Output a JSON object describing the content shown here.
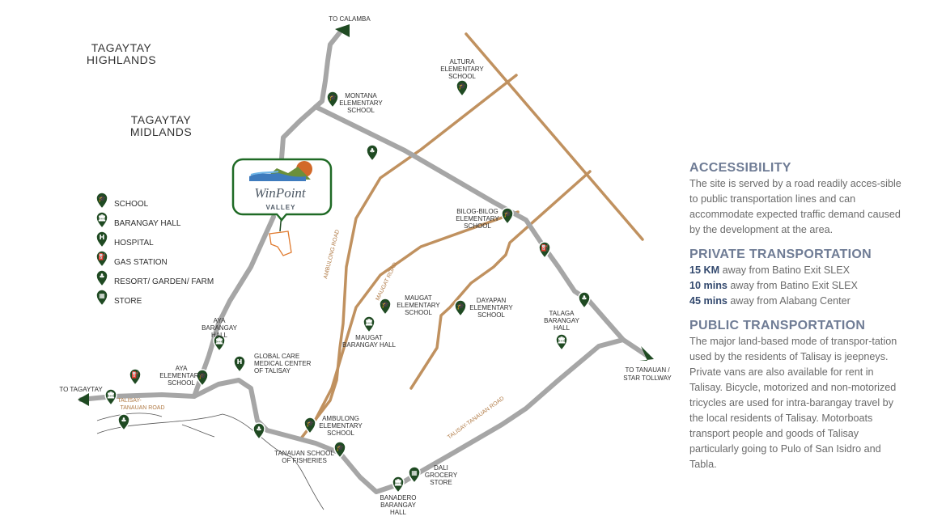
{
  "regions": {
    "highlands": [
      "TAGAYTAY",
      "HIGHLANDS"
    ],
    "midlands": [
      "TAGAYTAY",
      "MIDLANDS"
    ]
  },
  "destinations": {
    "calamba": "TO CALAMBA",
    "tagaytay": "TO TAGAYTAY",
    "tanauan": [
      "TO TANAUAN /",
      "STAR TOLLWAY"
    ]
  },
  "roads": {
    "ambulong": "AMBULONG ROAD",
    "maugat": "MAUGAT ROAD",
    "talisay_tanauan_left": [
      "TALISAY-",
      "TANAUAN ROAD"
    ],
    "talisay_tanauan_right": "TALISAY-TANAUAN ROAD"
  },
  "logo": {
    "name": "WinPoint",
    "sub": "VALLEY"
  },
  "legend": [
    {
      "icon": "school-icon",
      "glyph": "🎓",
      "label": "SCHOOL"
    },
    {
      "icon": "barangay-hall-icon",
      "glyph": "🏛",
      "label": "BARANGAY HALL"
    },
    {
      "icon": "hospital-icon",
      "glyph": "H",
      "label": "HOSPITAL"
    },
    {
      "icon": "gas-station-icon",
      "glyph": "⛽",
      "label": "GAS STATION"
    },
    {
      "icon": "resort-icon",
      "glyph": "♣",
      "label": "RESORT/ GARDEN/ FARM"
    },
    {
      "icon": "store-icon",
      "glyph": "▦",
      "label": "STORE"
    }
  ],
  "places": [
    {
      "name": "montana-elementary-school",
      "type": "school",
      "lines": [
        "MONTANA",
        "ELEMENTARY",
        "SCHOOL"
      ]
    },
    {
      "name": "altura-elementary-school",
      "type": "school",
      "lines": [
        "ALTURA",
        "ELEMENTARY",
        "SCHOOL"
      ]
    },
    {
      "name": "bilog-bilog-elementary-school",
      "type": "school",
      "lines": [
        "BILOG-BILOG",
        "ELEMENTARY",
        "SCHOOL"
      ]
    },
    {
      "name": "aya-barangay-hall",
      "type": "hall",
      "lines": [
        "AYA",
        "BARANGAY",
        "HALL"
      ]
    },
    {
      "name": "global-care-medical-center",
      "type": "hospital",
      "lines": [
        "GLOBAL CARE",
        "MEDICAL CENTER",
        "OF TALISAY"
      ]
    },
    {
      "name": "aya-elementary-school",
      "type": "school",
      "lines": [
        "AYA",
        "ELEMENTARY",
        "SCHOOL"
      ]
    },
    {
      "name": "maugat-elementary-school",
      "type": "school",
      "lines": [
        "MAUGAT",
        "ELEMENTARY",
        "SCHOOL"
      ]
    },
    {
      "name": "maugat-barangay-hall",
      "type": "hall",
      "lines": [
        "MAUGAT",
        "BARANGAY HALL"
      ]
    },
    {
      "name": "dayapan-elementary-school",
      "type": "school",
      "lines": [
        "DAYAPAN",
        "ELEMENTARY",
        "SCHOOL"
      ]
    },
    {
      "name": "talaga-barangay-hall",
      "type": "hall",
      "lines": [
        "TALAGA",
        "BARANGAY",
        "HALL"
      ]
    },
    {
      "name": "ambulong-elementary-school",
      "type": "school",
      "lines": [
        "AMBULONG",
        "ELEMENTARY",
        "SCHOOL"
      ]
    },
    {
      "name": "tanauan-school-of-fisheries",
      "type": "school",
      "lines": [
        "TANAUAN SCHOOL",
        "OF FISHERIES"
      ]
    },
    {
      "name": "dali-grocery-store",
      "type": "store",
      "lines": [
        "DALI",
        "GROCERY",
        "STORE"
      ]
    },
    {
      "name": "banadero-barangay-hall",
      "type": "hall",
      "lines": [
        "BANADERO",
        "BARANGAY",
        "HALL"
      ]
    }
  ],
  "info": {
    "accessibility": {
      "heading": "ACCESSIBILITY",
      "text": "The site is served by a road readily acces-sible to public transportation lines and can accommodate expected traffic demand caused by the development at the area."
    },
    "private": {
      "heading": "PRIVATE TRANSPORTATION",
      "items": [
        {
          "value": "15 KM",
          "text": " away from Batino Exit SLEX"
        },
        {
          "value": "10 mins",
          "text": " away from Batino Exit SLEX"
        },
        {
          "value": "45 mins",
          "text": " away from Alabang Center"
        }
      ]
    },
    "public": {
      "heading": "PUBLIC TRANSPORTATION",
      "text": "The major land-based mode of transpor-tation used by the residents of Talisay is jeepneys. Private vans are also available for rent in Talisay. Bicycle, motorized and non-motorized tricycles are used for intra-barangay travel by the local residents of Talisay.  Motorboats transport people and goods of Talisay particularly going to Pulo of San Isidro and Tabla."
    }
  },
  "colors": {
    "main_road": "#a6a6a6",
    "secondary_road": "#c0915f",
    "pin": "#1f4a22",
    "heading": "#6f7c95",
    "stat": "#33496e",
    "site": "#e07a2e"
  }
}
